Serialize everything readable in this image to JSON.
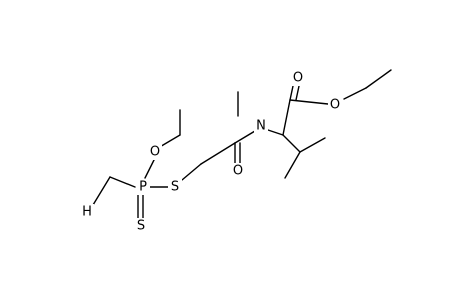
{
  "molecule": {
    "atoms": {
      "O_ethoxy_P": "O",
      "P": "P",
      "S_thioester": "S",
      "S_thiono": "S",
      "H": "H",
      "N": "N",
      "O_amide": "O",
      "O_ester_carbonyl": "O",
      "O_ester": "O"
    }
  },
  "colors": {
    "bond": "#000000",
    "text": "#000000",
    "background": "#ffffff"
  }
}
